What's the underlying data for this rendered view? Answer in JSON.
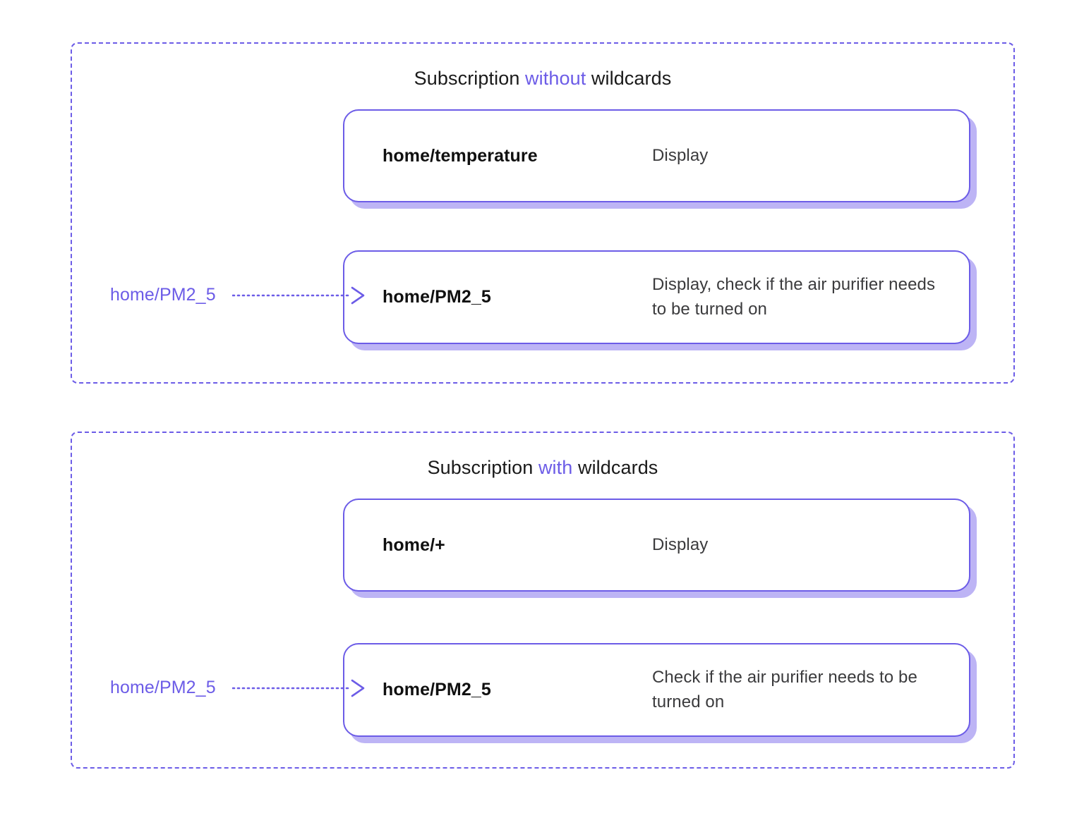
{
  "diagram": {
    "title_accent_color": "#6C5CE7",
    "panels": [
      {
        "id": "without-wildcards",
        "title_prefix": "Subscription ",
        "title_accent": "without",
        "title_suffix": " wildcards",
        "cards": [
          {
            "topic": "home/temperature",
            "description": "Display"
          },
          {
            "topic": "home/PM2_5",
            "description": "Display, check if the air purifier needs to be turned on"
          }
        ],
        "incoming_message": "home/PM2_5"
      },
      {
        "id": "with-wildcards",
        "title_prefix": "Subscription ",
        "title_accent": "with",
        "title_suffix": " wildcards",
        "cards": [
          {
            "topic": "home/+",
            "description": "Display"
          },
          {
            "topic": "home/PM2_5",
            "description": "Check if the air purifier needs to be turned on"
          }
        ],
        "incoming_message": "home/PM2_5"
      }
    ]
  }
}
